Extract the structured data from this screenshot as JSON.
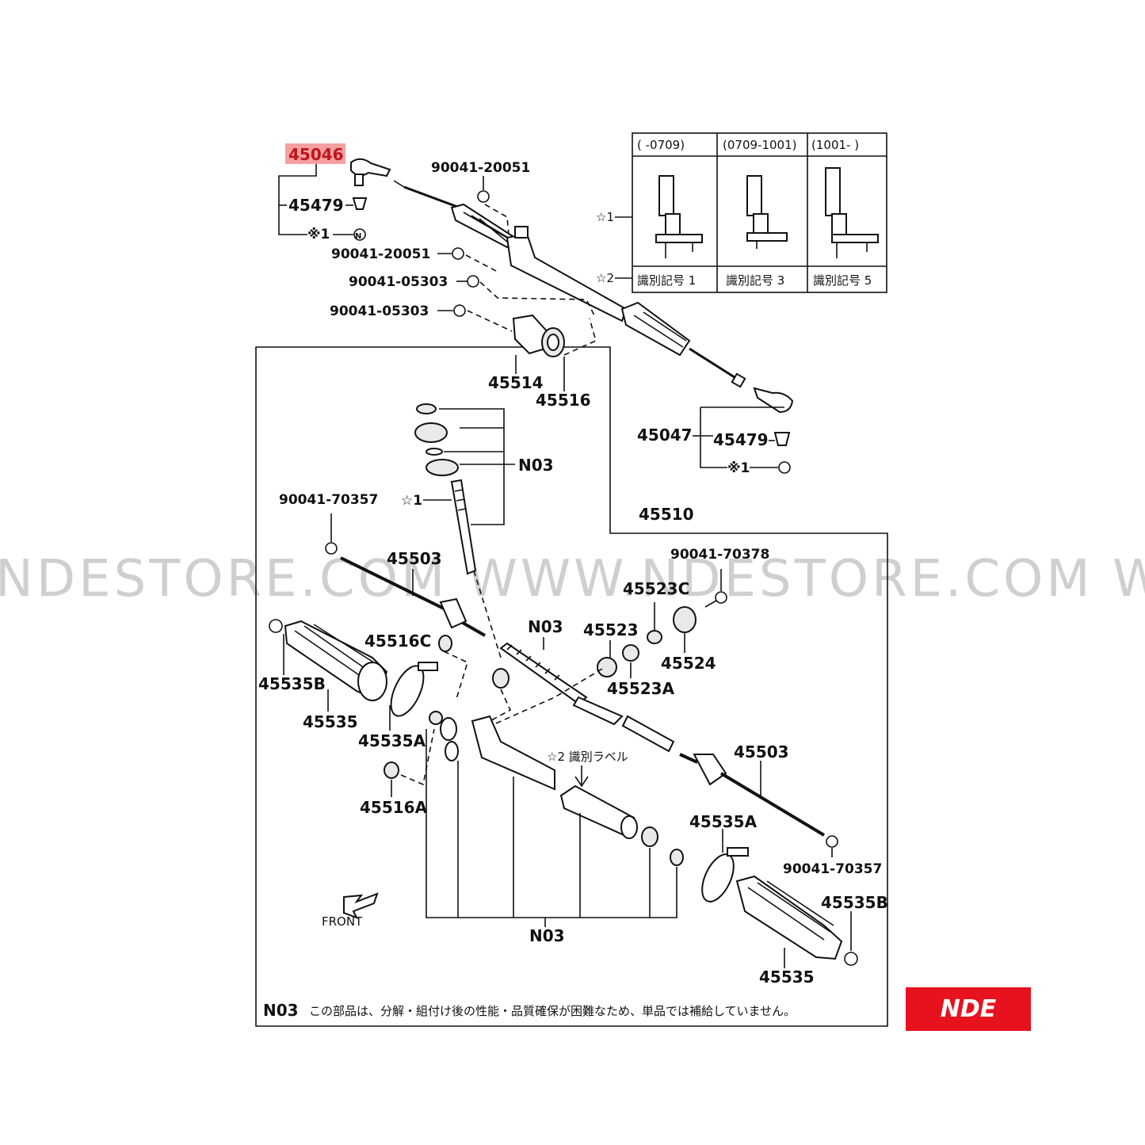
{
  "watermark": "NDESTORE.COM WWW.NDESTORE.COM WWW.NDESTORE.C",
  "brand": {
    "label": "NDE",
    "color": "#e8121e"
  },
  "highlight_color": "#f4a0a0",
  "parts": {
    "p45046": "45046",
    "p45479_top": "45479",
    "p_x1_top": "※1",
    "p90041_20051_a": "90041-20051",
    "p90041_20051_b": "90041-20051",
    "p90041_05303_a": "90041-05303",
    "p90041_05303_b": "90041-05303",
    "p45514": "45514",
    "p45516": "45516",
    "p45047": "45047",
    "p45479_right": "45479",
    "p_x1_right": "※1",
    "pN03_top": "N03",
    "p_star1_mid": "☆1",
    "p90041_70357_left": "90041-70357",
    "p45510": "45510",
    "p45503_left": "45503",
    "p90041_70378": "90041-70378",
    "p45523C": "45523C",
    "p45516C": "45516C",
    "pN03_mid": "N03",
    "p45523": "45523",
    "p45524": "45524",
    "p45523A": "45523A",
    "p45535B_left": "45535B",
    "p45535_left": "45535",
    "p45535A_left": "45535A",
    "p_label2": "☆2 識別ラベル",
    "p45503_right": "45503",
    "p45516A": "45516A",
    "p45535A_right": "45535A",
    "p90041_70357_right": "90041-70357",
    "p45535B_right": "45535B",
    "pN03_bottom": "N03",
    "p45535_right": "45535",
    "front": "FRONT"
  },
  "inset": {
    "headers": [
      "(      -0709)",
      "(0709-1001)",
      "(1001-      )"
    ],
    "row1": "☆1",
    "row2": "☆2",
    "codes": [
      "識別記号 1",
      "識別記号 3",
      "識別記号 5"
    ]
  },
  "note": {
    "code": "N03",
    "text": "この部品は、分解・組付け後の性能・品質確保が困難なため、単品では補給していません。"
  }
}
